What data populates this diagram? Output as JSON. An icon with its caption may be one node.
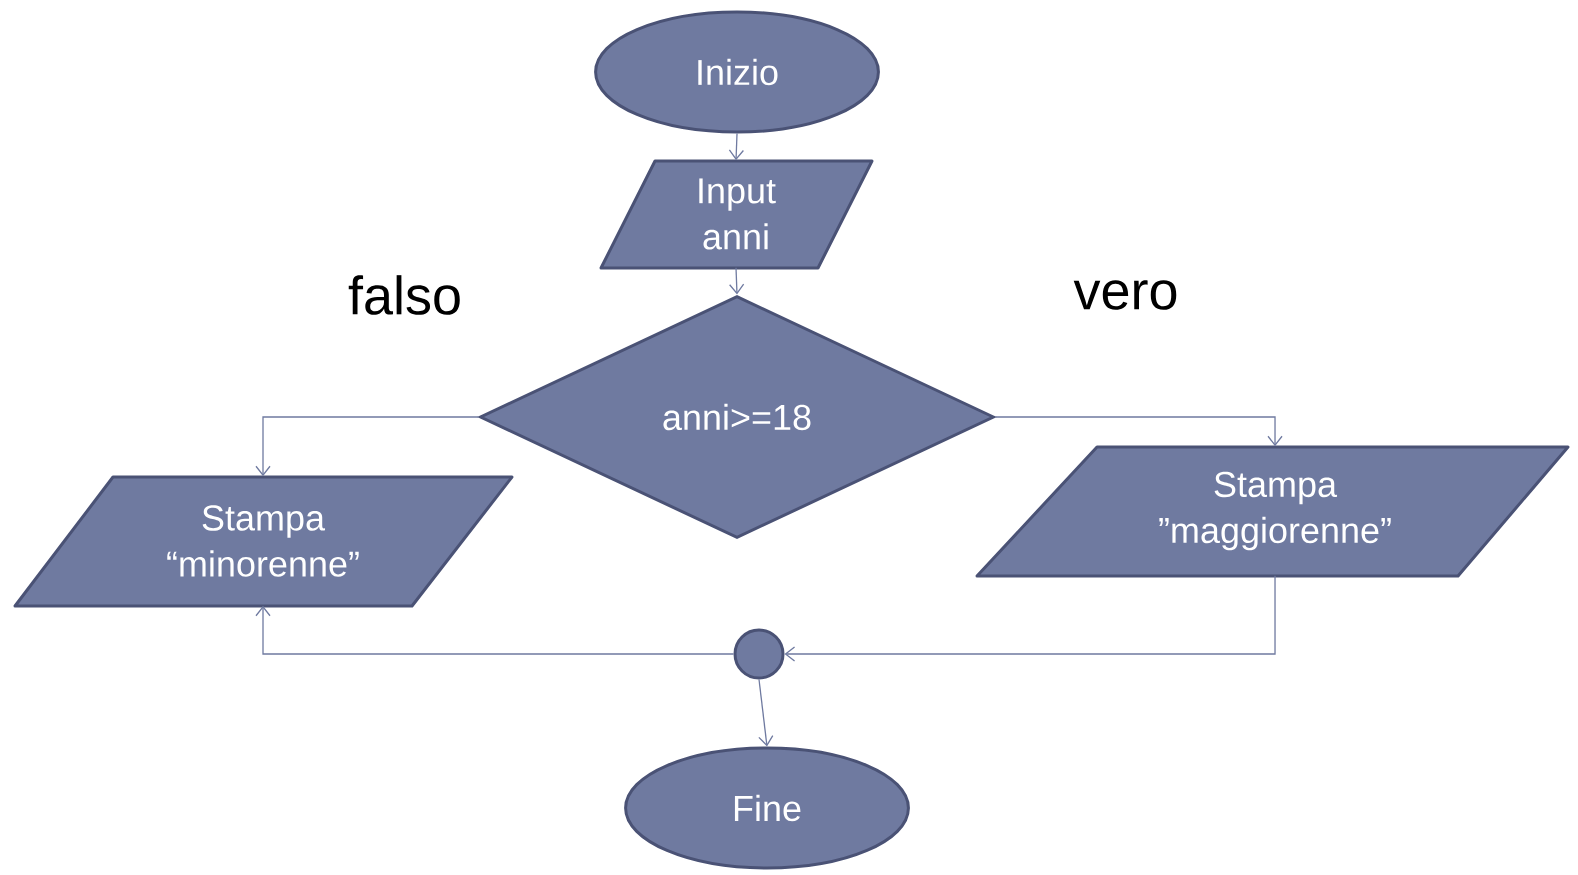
{
  "diagram": {
    "nodes": [
      {
        "text": [
          "Inizio"
        ]
      },
      {
        "text": [
          "Input anni"
        ]
      },
      {
        "text": [
          "anni>=18"
        ]
      },
      {
        "text": [
          "Stampa “minorenne”"
        ]
      },
      {
        "text": [
          "Stampa ”maggiorenne”"
        ]
      },
      {
        "text": [],
        "shape": "circle"
      },
      {
        "text": [
          "Fine"
        ]
      }
    ],
    "edges": [
      {
        "from": 0,
        "to": 1,
        "arrow": "to"
      },
      {
        "from": 1,
        "to": 2,
        "arrow": "to"
      },
      {
        "from": 2,
        "to": 3,
        "arrow": "to"
      },
      {
        "from": 2,
        "to": 4,
        "arrow": "to"
      },
      {
        "from": 4,
        "to": 5,
        "arrow": "to"
      },
      {
        "from": 5,
        "to": 3,
        "arrow": "to"
      },
      {
        "from": 5,
        "to": 6,
        "arrow": "to"
      }
    ],
    "labels": [
      "falso",
      "vero"
    ]
  }
}
